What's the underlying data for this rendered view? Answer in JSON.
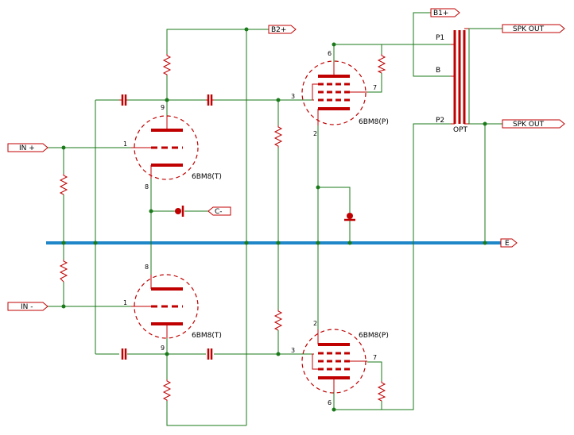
{
  "nets": {
    "b2_plus": "B2+",
    "b1_plus": "B1+",
    "spk_out_1": "SPK OUT",
    "spk_out_2": "SPK OUT",
    "in_plus": "IN +",
    "in_minus": "IN -",
    "c_minus": "C-",
    "earth": "E"
  },
  "transformer": {
    "ref": "OPT",
    "p1": "P1",
    "b": "B",
    "p2": "P2"
  },
  "tubes": {
    "top_triode": {
      "type": "6BM8(T)",
      "pin_plate": "9",
      "pin_grid": "1",
      "pin_cathode": "8"
    },
    "bottom_triode": {
      "type": "6BM8(T)",
      "pin_plate": "9",
      "pin_grid": "1",
      "pin_cathode": "8"
    },
    "top_pentode": {
      "type": "6BM8(P)",
      "pin_plate": "6",
      "pin_grid": "3",
      "pin_cathode": "2",
      "pin_screen": "7"
    },
    "bottom_pentode": {
      "type": "6BM8(P)",
      "pin_plate": "6",
      "pin_grid": "3",
      "pin_cathode": "2",
      "pin_screen": "7"
    }
  }
}
